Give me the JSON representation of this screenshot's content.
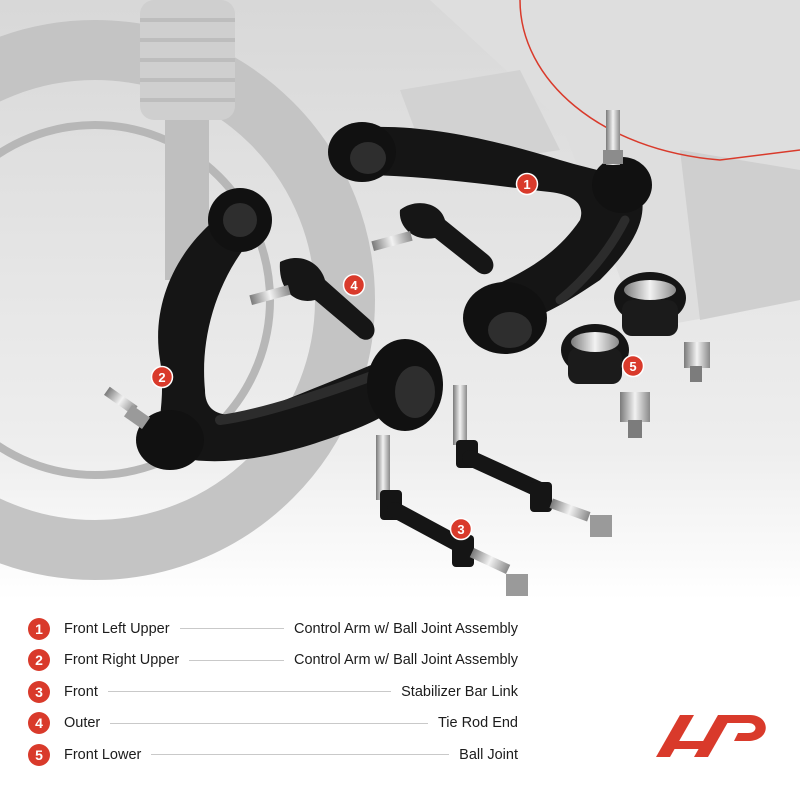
{
  "legend": {
    "items": [
      {
        "number": "1",
        "left": "Front Left Upper",
        "right": "Control Arm w/ Ball Joint Assembly"
      },
      {
        "number": "2",
        "left": "Front Right Upper",
        "right": "Control Arm w/ Ball Joint Assembly"
      },
      {
        "number": "3",
        "left": "Front",
        "right": "Stabilizer Bar Link"
      },
      {
        "number": "4",
        "left": "Outer",
        "right": "Tie Rod End"
      },
      {
        "number": "5",
        "left": "Front Lower",
        "right": "Ball Joint"
      }
    ]
  },
  "callouts": {
    "c1": "1",
    "c2": "2",
    "c3": "3",
    "c4": "4",
    "c5": "5"
  },
  "colors": {
    "accent": "#d93a2b",
    "part": "#141414",
    "background_tint": "#d9d9d9"
  },
  "icons": {
    "logo": "brand-logo-icon"
  }
}
